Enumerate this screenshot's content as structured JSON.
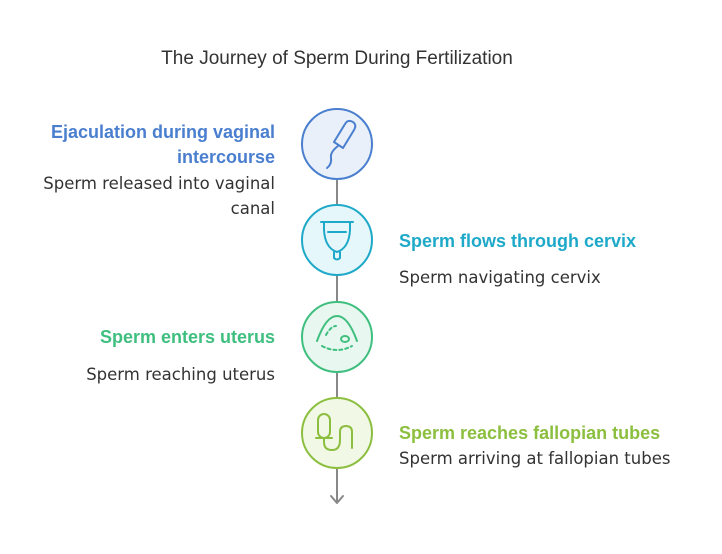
{
  "title": "The Journey of Sperm During Fertilization",
  "colors": {
    "step1": "#4a7fcf",
    "step2": "#1fa9c9",
    "step3": "#3fbf7f",
    "step4": "#8cbf3f",
    "connector": "#888888"
  },
  "steps": [
    {
      "title": "Ejaculation during vaginal intercourse",
      "description": "Sperm released into vaginal canal",
      "icon": "tampon-icon",
      "side": "left"
    },
    {
      "title": "Sperm flows through cervix",
      "description": "Sperm navigating cervix",
      "icon": "menstrual-cup-icon",
      "side": "right"
    },
    {
      "title": "Sperm enters uterus",
      "description": "Sperm reaching uterus",
      "icon": "ultrasound-icon",
      "side": "left"
    },
    {
      "title": "Sperm reaches fallopian tubes",
      "description": "Sperm arriving at fallopian tubes",
      "icon": "tube-icon",
      "side": "right"
    }
  ]
}
